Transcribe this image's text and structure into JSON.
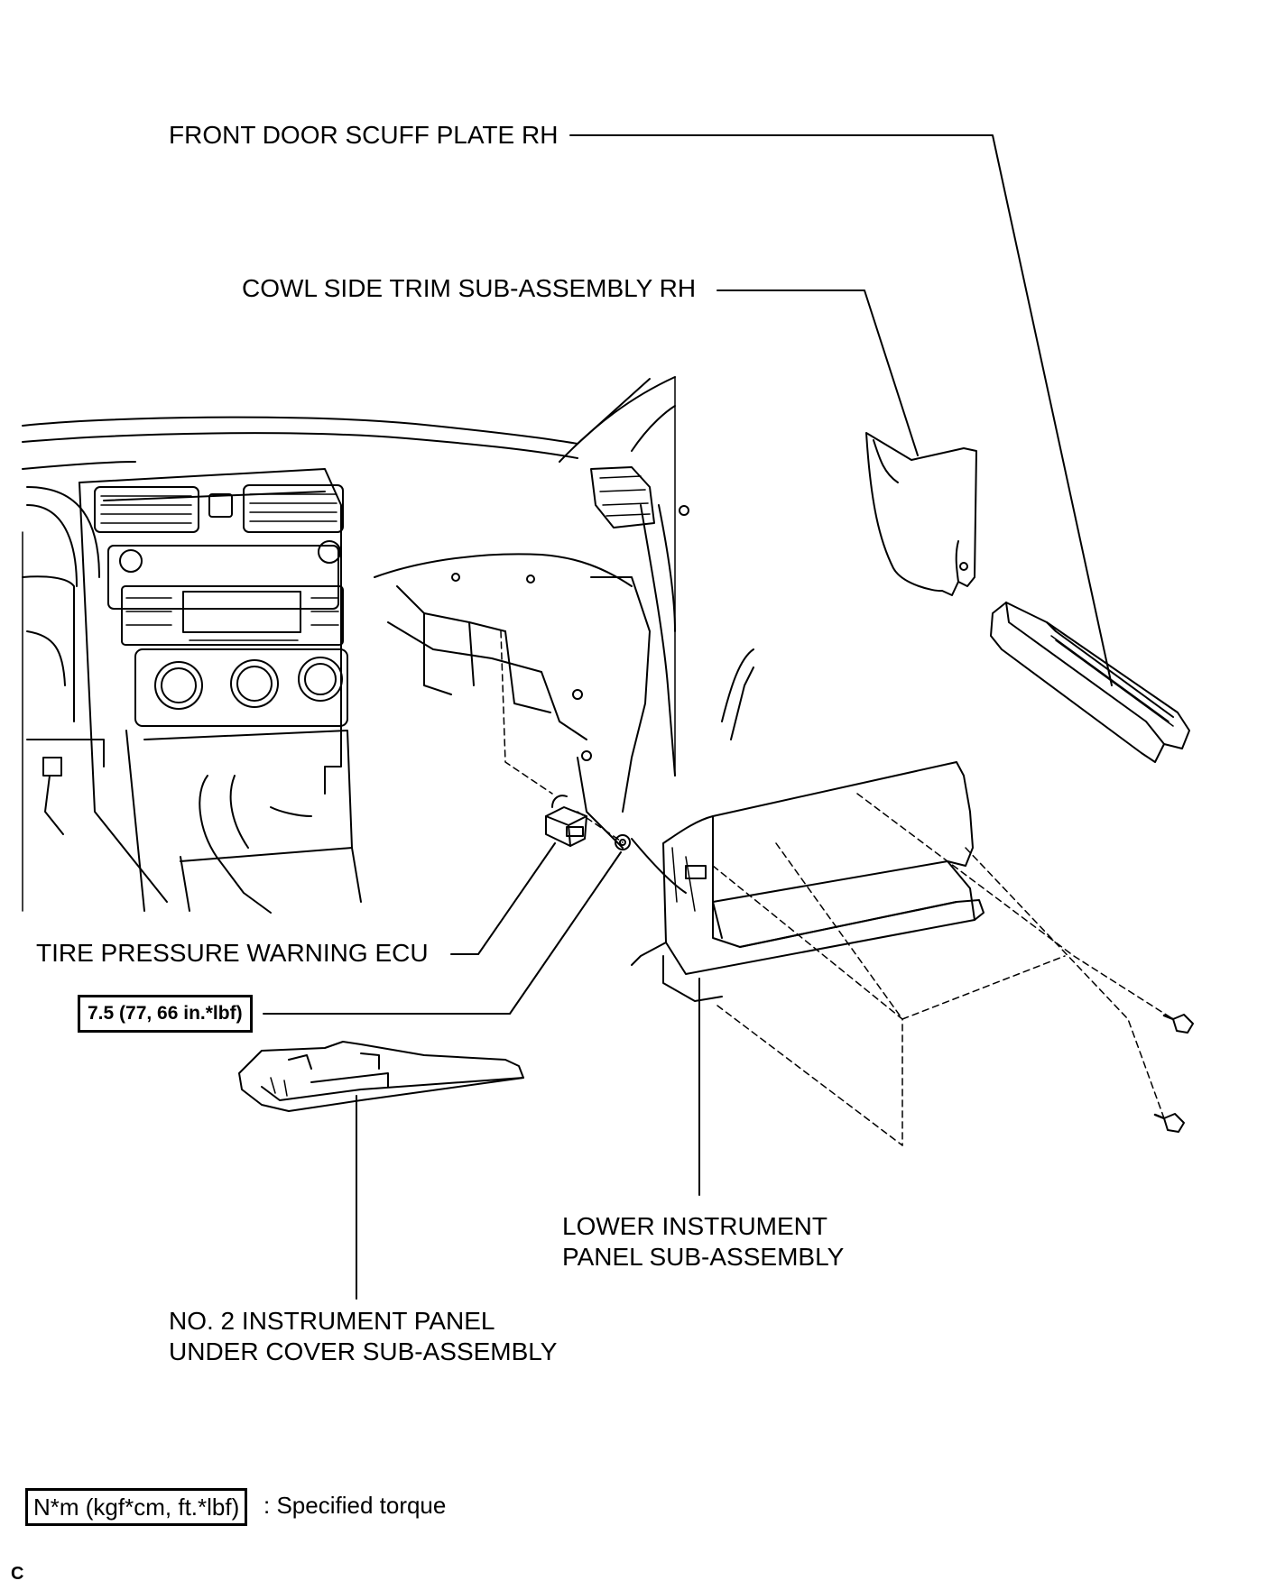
{
  "labels": {
    "front_door_scuff_plate": "FRONT DOOR SCUFF PLATE RH",
    "cowl_side_trim": "COWL SIDE TRIM SUB-ASSEMBLY RH",
    "tpms_ecu": "TIRE PRESSURE WARNING ECU",
    "lower_panel_line1": "LOWER INSTRUMENT",
    "lower_panel_line2": "PANEL SUB-ASSEMBLY",
    "under_cover_line1": "NO. 2 INSTRUMENT PANEL",
    "under_cover_line2": "UNDER COVER SUB-ASSEMBLY"
  },
  "torque": {
    "value": "7.5 (77, 66 in.*lbf)"
  },
  "legend": {
    "units": "N*m (kgf*cm, ft.*lbf)",
    "description": ": Specified torque"
  },
  "corner_mark": "C",
  "icons": [
    "bolt-icon",
    "nut-icon",
    "clip-icon"
  ]
}
